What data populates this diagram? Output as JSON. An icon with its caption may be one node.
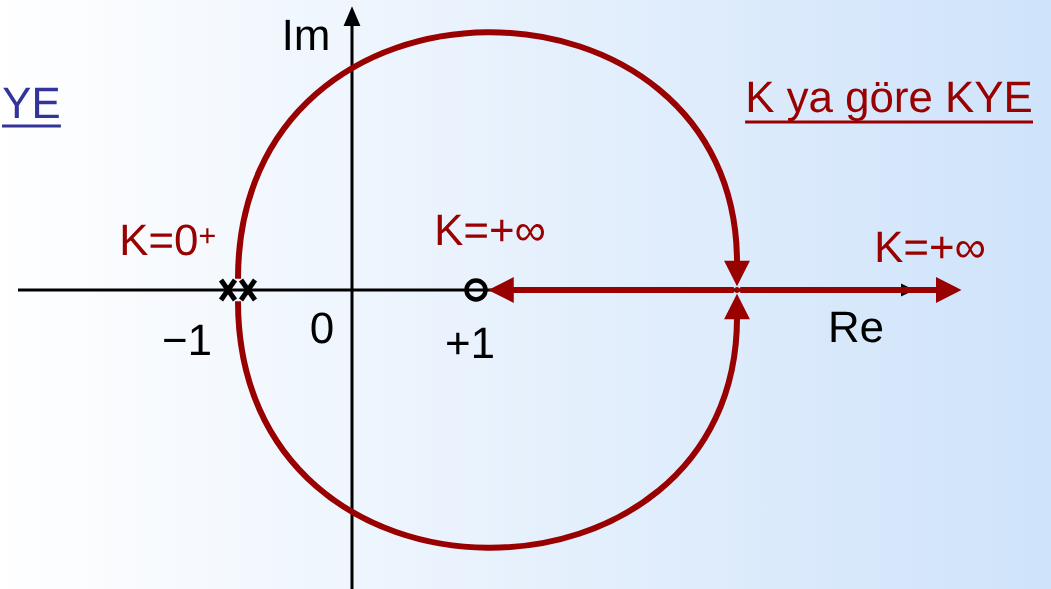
{
  "diagram": {
    "title": "K ya göre KYE",
    "nodes": [
      {
        "text": [],
        "shape": "cross",
        "beside": [
          "K=0$^{+}$"
        ]
      },
      {
        "text": [],
        "shape": "point"
      },
      {
        "text": [],
        "shape": "circle",
        "beside": [
          "K=+∞"
        ]
      }
    ],
    "edges": [
      {
        "from": 0,
        "to": 1,
        "arrow": "to"
      },
      {
        "from": 0,
        "to": 1,
        "arrow": "to"
      },
      {
        "from": 1,
        "to": 2,
        "arrow": "to"
      },
      {
        "from": 1,
        "to": null,
        "arrow": "to",
        "label": "K=+∞"
      }
    ],
    "labels": [
      "YE",
      "Im",
      "−1",
      "0",
      "+1",
      "Re"
    ]
  }
}
